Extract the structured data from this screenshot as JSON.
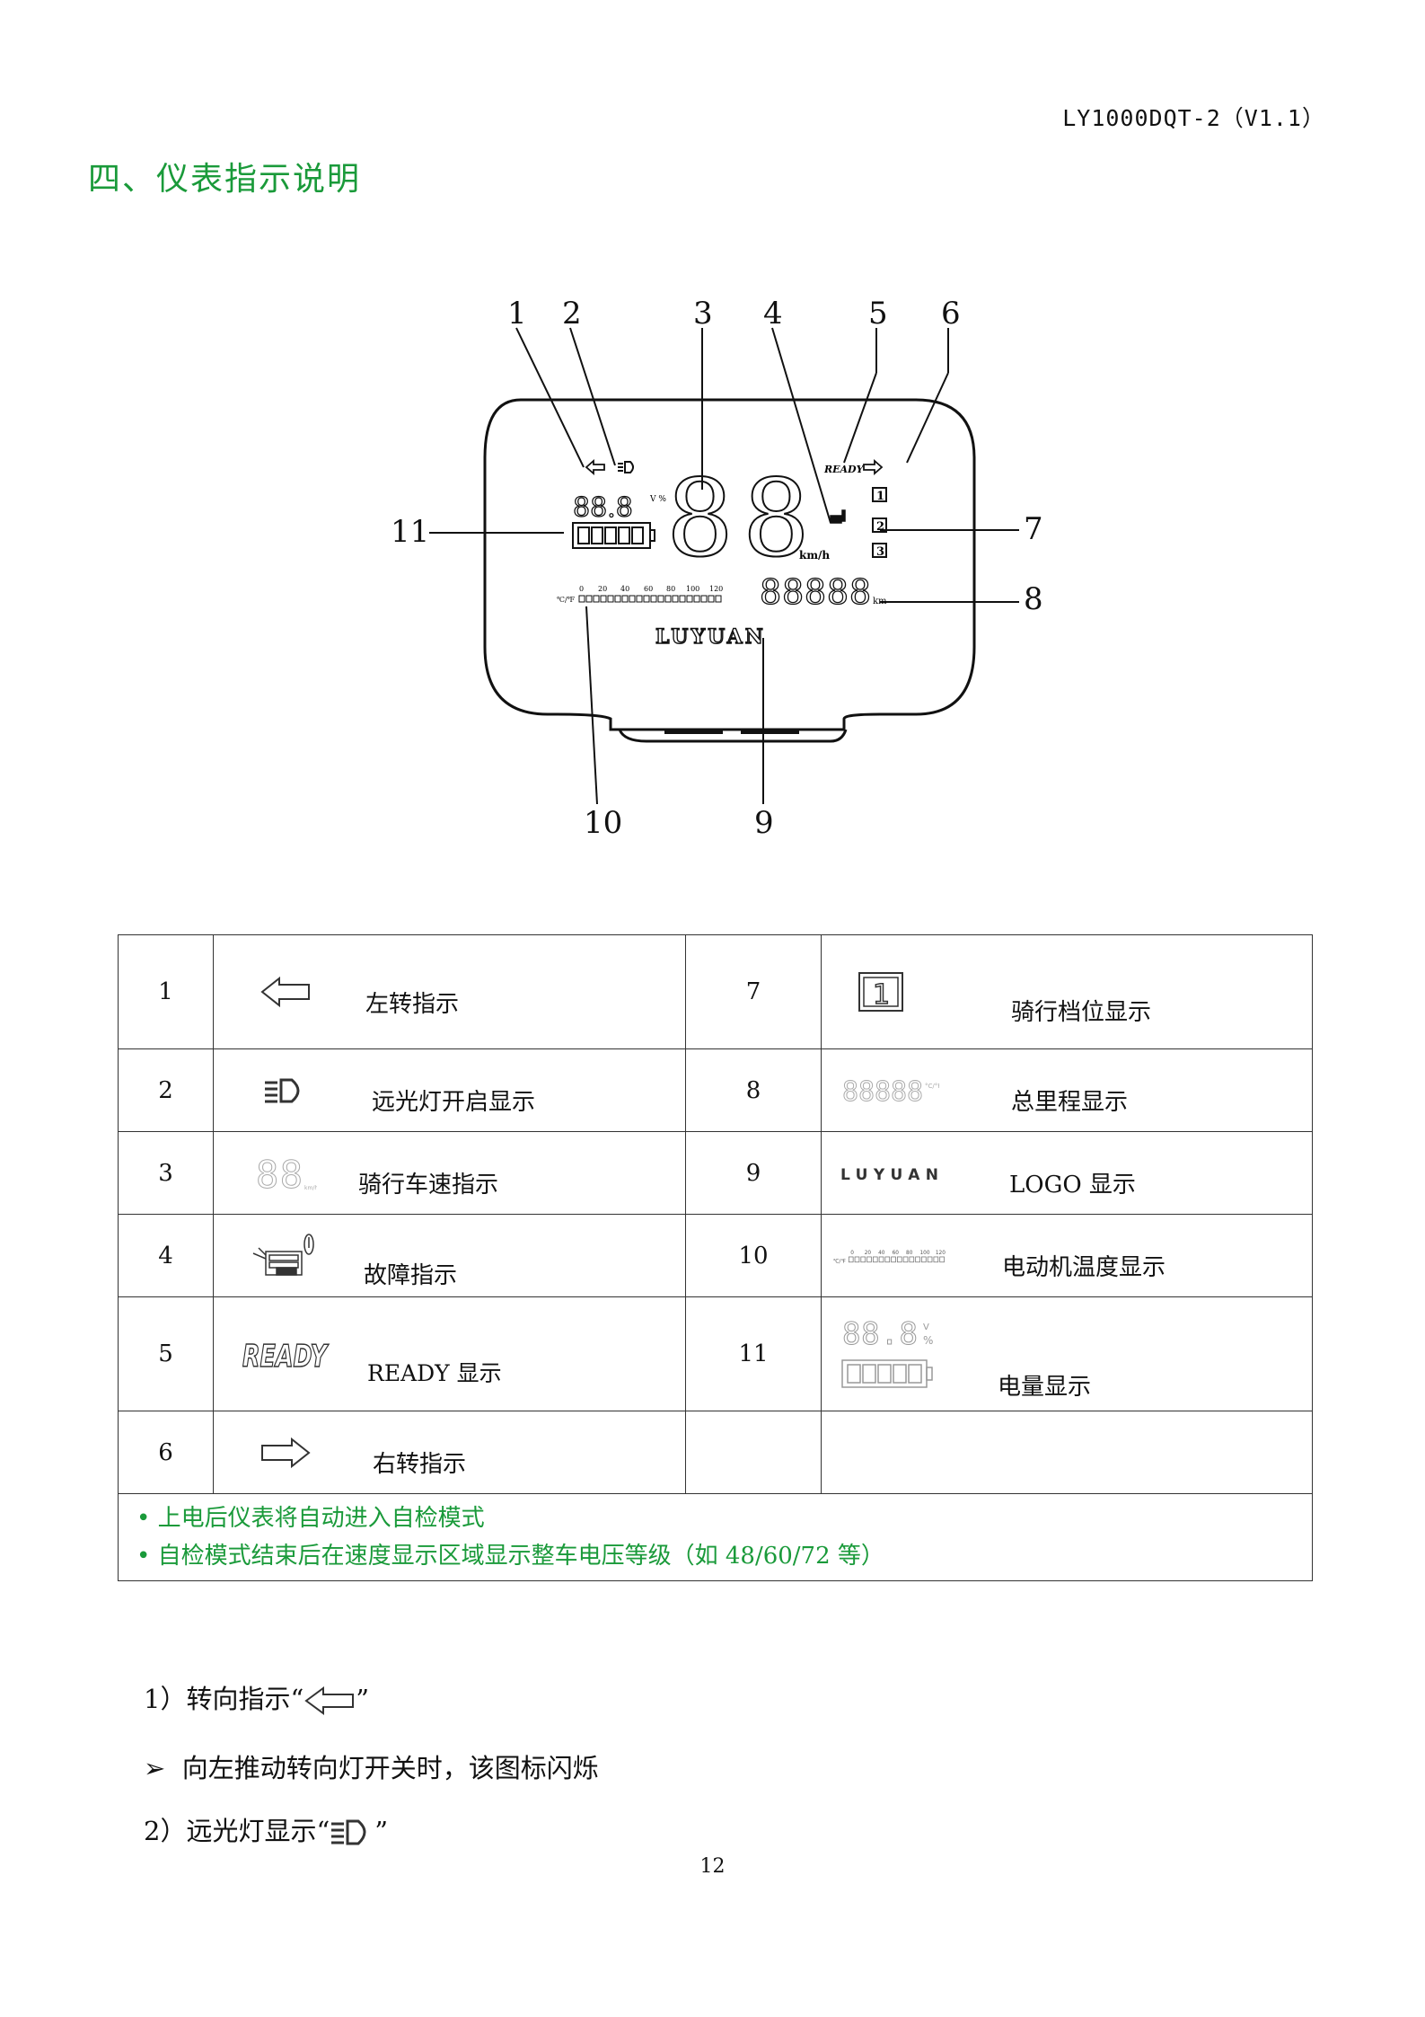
{
  "header": {
    "doc_code": "LY1000DQT-2（V1.1）"
  },
  "section": {
    "title": "四、仪表指示说明"
  },
  "diagram": {
    "callouts": [
      "1",
      "2",
      "3",
      "4",
      "5",
      "6",
      "7",
      "8",
      "9",
      "10",
      "11"
    ],
    "display": {
      "speed": "88",
      "speed_unit": "km/h",
      "battery_value": "88.8",
      "battery_units": "V %",
      "odometer": "88888",
      "odo_unit": "km",
      "temp_scale": [
        "0",
        "20",
        "40",
        "60",
        "80",
        "100",
        "120"
      ],
      "temp_unit": "℃/℉",
      "logo": "LUYUAN",
      "ready": "READY",
      "gears": [
        "1",
        "2",
        "3"
      ]
    }
  },
  "legend": {
    "rows": [
      {
        "left": {
          "num": "1",
          "icon": "left-arrow-icon",
          "label": "左转指示"
        },
        "right": {
          "num": "7",
          "icon": "gear-box-icon",
          "icon_text": "1",
          "label": "骑行档位显示"
        }
      },
      {
        "left": {
          "num": "2",
          "icon": "high-beam-icon",
          "label": "远光灯开启显示"
        },
        "right": {
          "num": "8",
          "icon": "odometer-icon",
          "icon_text": "88888",
          "label": "总里程显示"
        }
      },
      {
        "left": {
          "num": "3",
          "icon": "speed-digits-icon",
          "icon_text": "88",
          "label": "骑行车速指示"
        },
        "right": {
          "num": "9",
          "icon": "logo-icon",
          "icon_text": "LUYUAN",
          "label": "LOGO 显示"
        }
      },
      {
        "left": {
          "num": "4",
          "icon": "fault-icon",
          "label": "故障指示"
        },
        "right": {
          "num": "10",
          "icon": "temperature-bar-icon",
          "label": "电动机温度显示"
        }
      },
      {
        "left": {
          "num": "5",
          "icon": "ready-icon",
          "icon_text": "READY",
          "label": "READY 显示"
        },
        "right": {
          "num": "11",
          "icon": "battery-icon",
          "icon_text": "88.8",
          "label": "电量显示"
        }
      },
      {
        "left": {
          "num": "6",
          "icon": "right-arrow-icon",
          "label": "右转指示"
        },
        "right": {
          "num": "",
          "icon": "",
          "label": ""
        }
      }
    ],
    "notes": [
      "• 上电后仪表将自动进入自检模式",
      "• 自检模式结束后在速度显示区域显示整车电压等级（如 48/60/72 等）"
    ]
  },
  "body": {
    "item1_prefix": "1）转向指示“",
    "item1_suffix": "”",
    "item1_bullet": "➢",
    "item1_bullet_text": "向左推动转向灯开关时，该图标闪烁",
    "item2_prefix": "2）远光灯显示“",
    "item2_suffix": "”"
  },
  "footer": {
    "page": "12"
  }
}
